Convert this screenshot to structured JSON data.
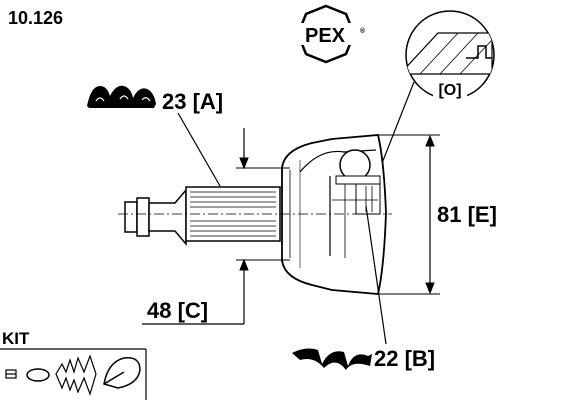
{
  "part_number": "10.126",
  "brand": {
    "logo_text": "PEX",
    "registered_mark": "®"
  },
  "labels": {
    "outer_spline": "23 [A]",
    "seal_diameter": "48 [C]",
    "outer_diameter": "81 [E]",
    "inner_spline": "22 [B]",
    "detail_marker": "[O]"
  },
  "kit": {
    "title": "KIT"
  }
}
